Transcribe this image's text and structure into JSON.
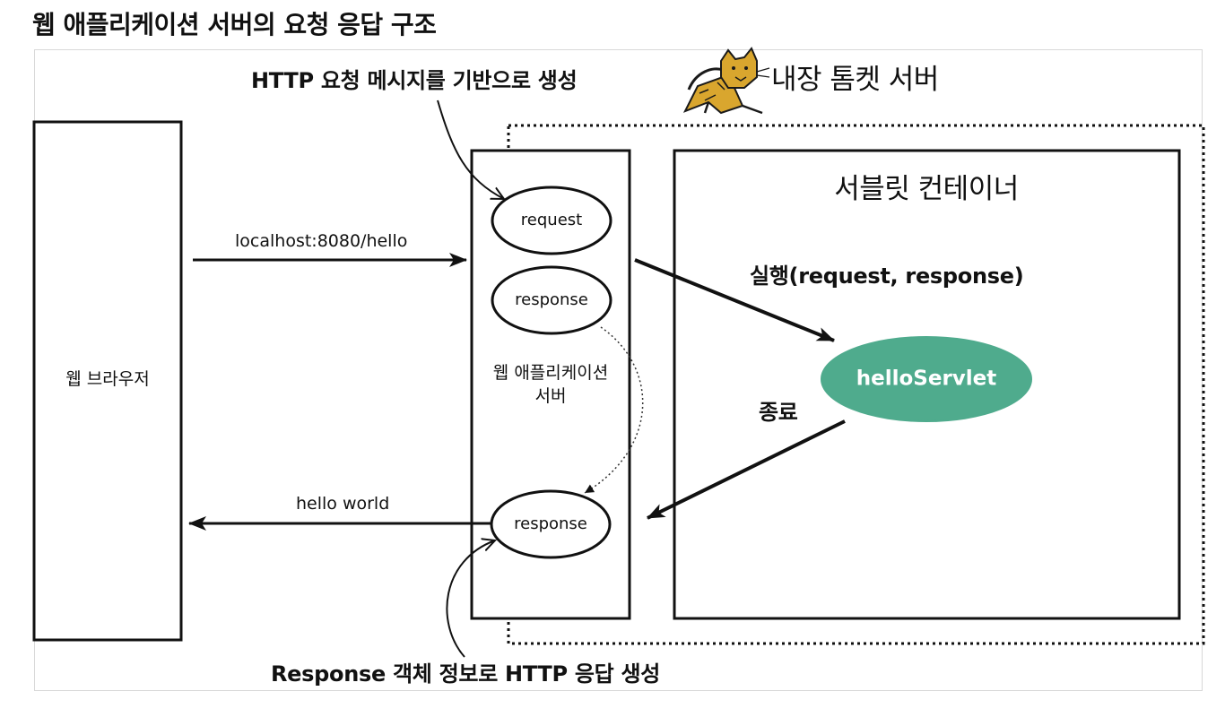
{
  "page_title": "웹 애플리케이션 서버의 요청 응답 구조",
  "notes": {
    "http_request_note": "HTTP 요청 메시지를 기반으로 생성",
    "response_note": "Response 객체 정보로 HTTP 응답 생성"
  },
  "tomcat": {
    "label": "내장 톰켓 서버",
    "icon": "tomcat-cat-icon"
  },
  "browser": {
    "label": "웹 브라우저"
  },
  "web_app_server": {
    "line1": "웹 애플리케이션",
    "line2": "서버",
    "request_label": "request",
    "response_label_top": "response",
    "response_label_bottom": "response"
  },
  "servlet_container": {
    "title": "서블릿 컨테이너",
    "servlet_label": "helloServlet",
    "execute_label": "실행(request, response)",
    "finish_label": "종료"
  },
  "arrows": {
    "request_url": "localhost:8080/hello",
    "response_body": "hello world"
  },
  "colors": {
    "servlet_fill": "#4fab8d",
    "line": "#111111",
    "tomcat_body": "#d9a62e"
  }
}
